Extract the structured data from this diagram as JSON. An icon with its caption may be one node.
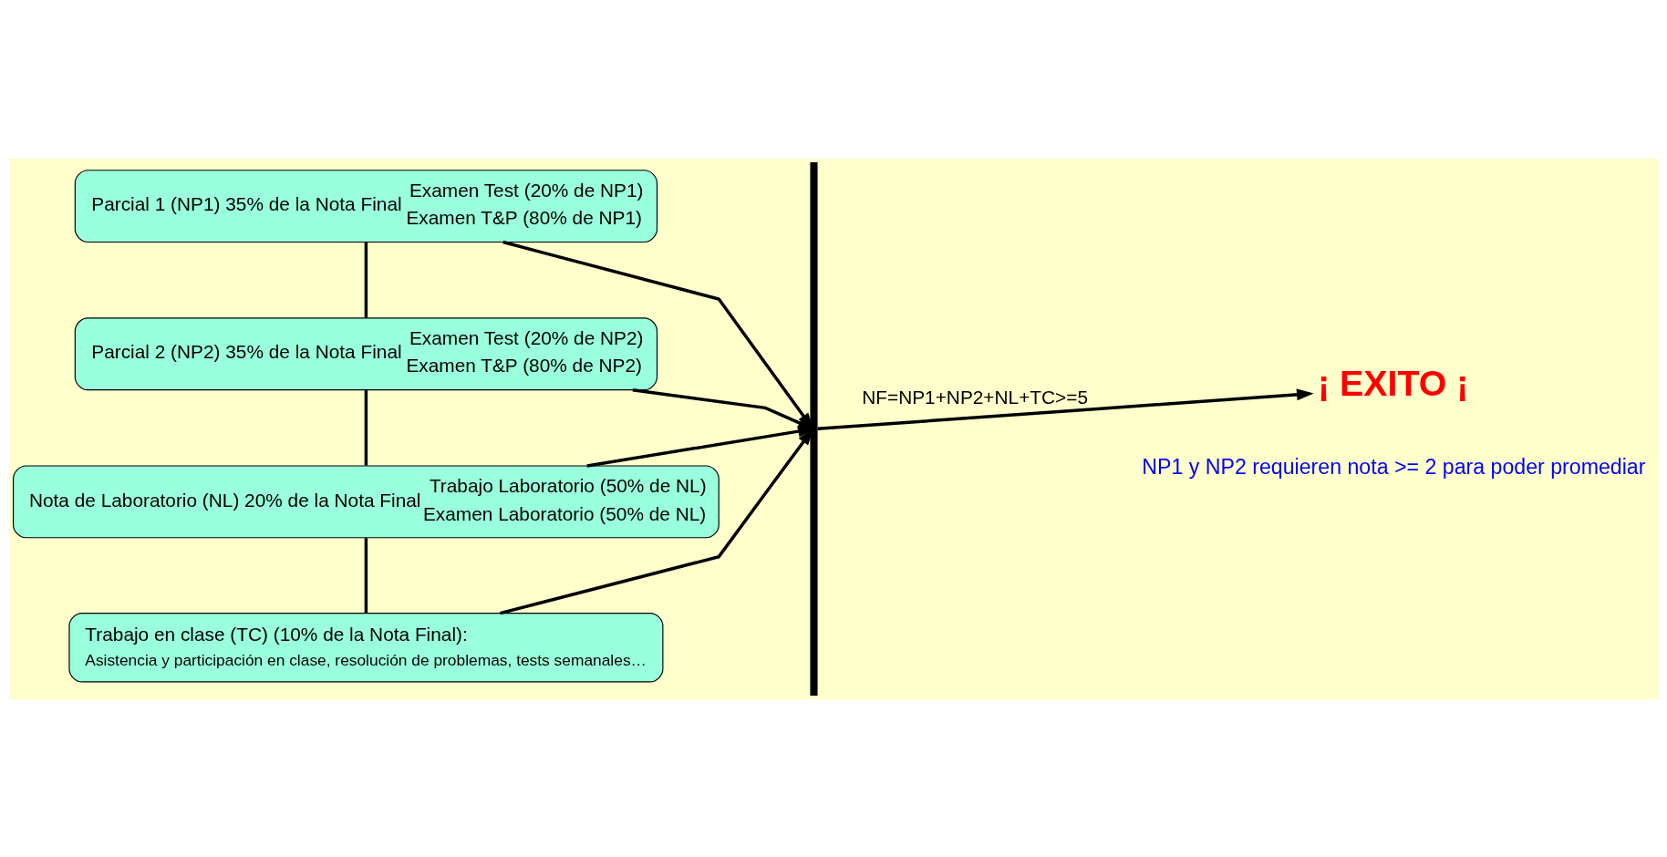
{
  "diagram": {
    "nodes": [
      {
        "text": [
          "Parcial 1 (NP1) 35% de la Nota Final",
          "Examen Test (20% de NP1)",
          "Examen T&P (80% de NP1)"
        ]
      },
      {
        "text": [
          "Parcial 2 (NP2) 35% de la Nota Final",
          "Examen Test (20% de NP2)",
          "Examen T&P (80% de NP2)"
        ]
      },
      {
        "text": [
          "Nota de Laboratorio (NL) 20% de la Nota Final",
          "Trabajo Laboratorio (50% de NL)",
          "Examen Laboratorio (50% de NL)"
        ]
      },
      {
        "text": [
          "Trabajo en clase (TC) (10% de la Nota Final):",
          "Asistencia y participación en clase, resolución de problemas, tests semanales…"
        ]
      },
      {
        "text": [],
        "shape": "bar"
      },
      {
        "text": [
          "¡ EXITO ¡"
        ]
      }
    ],
    "edges": [
      {
        "from": 0,
        "to": 1,
        "arrow": "none"
      },
      {
        "from": 1,
        "to": 2,
        "arrow": "none"
      },
      {
        "from": 2,
        "to": 3,
        "arrow": "none"
      },
      {
        "from": 0,
        "to": 4,
        "arrow": "to"
      },
      {
        "from": 1,
        "to": 4,
        "arrow": "to"
      },
      {
        "from": 2,
        "to": 4,
        "arrow": "to"
      },
      {
        "from": 3,
        "to": 4,
        "arrow": "to"
      },
      {
        "from": 4,
        "to": 5,
        "arrow": "to",
        "label": "NF=NP1+NP2+NL+TC>=5"
      }
    ],
    "labels": [
      "NP1 y NP2 requieren nota >= 2 para poder promediar"
    ]
  }
}
